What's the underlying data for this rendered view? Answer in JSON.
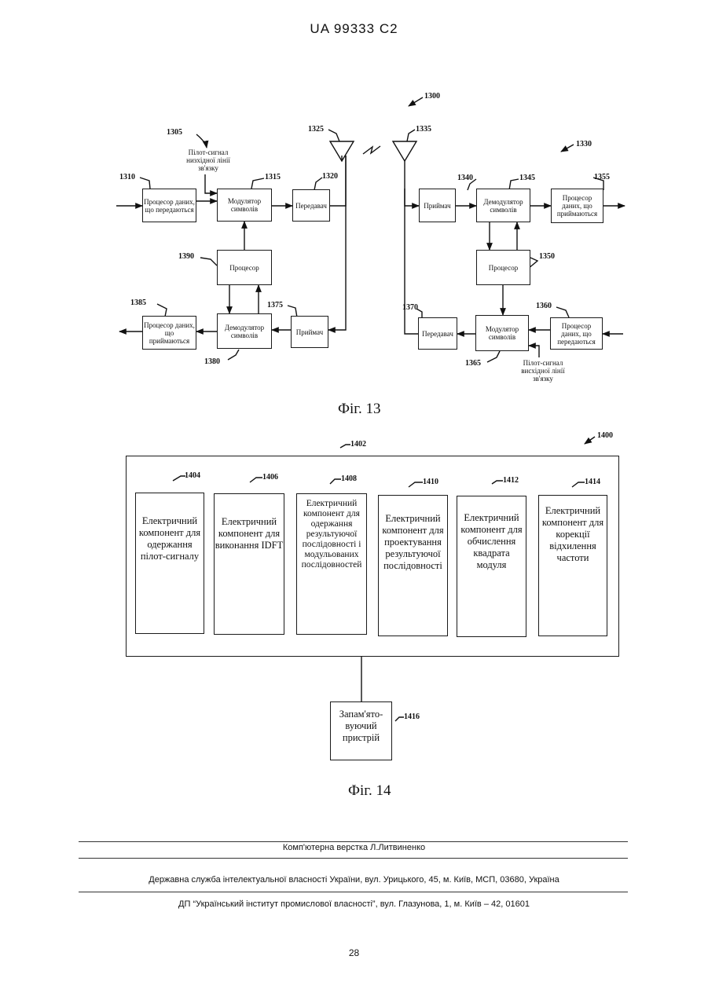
{
  "header": {
    "patent_id": "UA   99333   C2"
  },
  "fig13": {
    "caption": "Фіг. 13",
    "refs": {
      "r1300": "1300",
      "r1305": "1305",
      "r1310": "1310",
      "r1315": "1315",
      "r1320": "1320",
      "r1325": "1325",
      "r1330": "1330",
      "r1335": "1335",
      "r1340": "1340",
      "r1345": "1345",
      "r1350": "1350",
      "r1355": "1355",
      "r1360": "1360",
      "r1365": "1365",
      "r1370": "1370",
      "r1375": "1375",
      "r1380": "1380",
      "r1385": "1385",
      "r1390": "1390"
    },
    "blocks": {
      "tx_data_processor_left": "Процесор даних, що передаються",
      "symbol_modulator_left": "Модулятор символів",
      "transmitter_left": "Передавач",
      "processor_left": "Процесор",
      "rx_data_processor_left": "Процесор даних, що приймаються",
      "symbol_demodulator_left": "Демодулятор символів",
      "receiver_left": "Приймач",
      "receiver_right": "Приймач",
      "symbol_demodulator_right": "Демодулятор символів",
      "rx_data_processor_right": "Процесор даних, що приймаються",
      "processor_right": "Процесор",
      "transmitter_right": "Передавач",
      "symbol_modulator_right": "Модулятор символів",
      "tx_data_processor_right": "Процесор даних, що передаються"
    },
    "notes": {
      "downlink_pilot": "Пілот-сигнал низхідної лінії зв'язку",
      "uplink_pilot": "Пілот-сигнал висхідної лінії зв'язку"
    }
  },
  "fig14": {
    "caption": "Фіг. 14",
    "refs": {
      "r1400": "1400",
      "r1402": "1402",
      "r1404": "1404",
      "r1406": "1406",
      "r1408": "1408",
      "r1410": "1410",
      "r1412": "1412",
      "r1414": "1414",
      "r1416": "1416"
    },
    "components": {
      "c1404": "Електричний компонент для одержання пілот-сигналу",
      "c1406": "Електричний компонент для виконання IDFT",
      "c1408": "Електричний компонент для одержання результуючої послідовності і модульованих послідовностей",
      "c1410": "Електричний компонент для проектування результуючої послідовності",
      "c1412": "Електричний компонент для обчислення квадрата модуля",
      "c1414": "Електричний компонент для корекції відхилення частоти"
    },
    "memory": "Запам'ято-вуючий пристрій"
  },
  "footer": {
    "layout_credit": "Комп'ютерна верстка Л.Литвиненко",
    "agency": "Державна служба інтелектуальної власності України, вул. Урицького, 45, м. Київ, МСП, 03680, Україна",
    "institute": "ДП “Український інститут промислової власності”, вул. Глазунова, 1, м. Київ – 42, 01601",
    "page_number": "28"
  }
}
